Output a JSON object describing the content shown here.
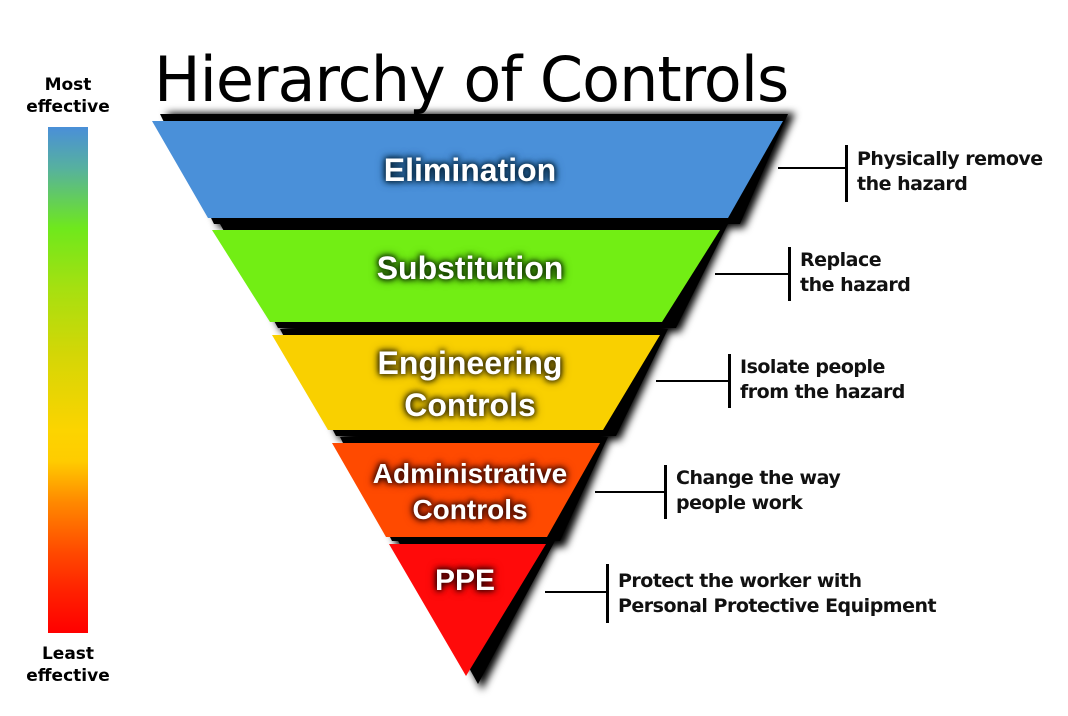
{
  "title": "Hierarchy of Controls",
  "scale": {
    "top_label": "Most effective",
    "top_label_lines": [
      "Most",
      "effective"
    ],
    "bottom_label": "Least effective",
    "bottom_label_lines": [
      "Least",
      "effective"
    ],
    "gradient_colors": [
      "#4a8fd8",
      "#6fe81c",
      "#fcd400",
      "#ff8a00",
      "#ff0000"
    ]
  },
  "levels": [
    {
      "name": "Elimination",
      "label_lines": [
        "Elimination"
      ],
      "color": "#4a90d9",
      "description": "Physically remove the hazard",
      "description_lines": [
        "Physically remove",
        "the hazard"
      ]
    },
    {
      "name": "Substitution",
      "label_lines": [
        "Substitution"
      ],
      "color": "#72ee14",
      "description": "Replace the hazard",
      "description_lines": [
        "Replace",
        "the hazard"
      ]
    },
    {
      "name": "Engineering Controls",
      "label_lines": [
        "Engineering",
        "Controls"
      ],
      "color": "#f9d000",
      "description": "Isolate people from the hazard",
      "description_lines": [
        "Isolate people",
        "from the hazard"
      ]
    },
    {
      "name": "Administrative Controls",
      "label_lines": [
        "Administrative",
        "Controls"
      ],
      "color": "#ff4a00",
      "description": "Change the way people work",
      "description_lines": [
        "Change the way",
        "people work"
      ]
    },
    {
      "name": "PPE",
      "label_lines": [
        "PPE"
      ],
      "color": "#ff0a0a",
      "description": "Protect the worker with Personal Protective Equipment",
      "description_lines": [
        "Protect the worker with",
        "Personal Protective Equipment"
      ]
    }
  ]
}
